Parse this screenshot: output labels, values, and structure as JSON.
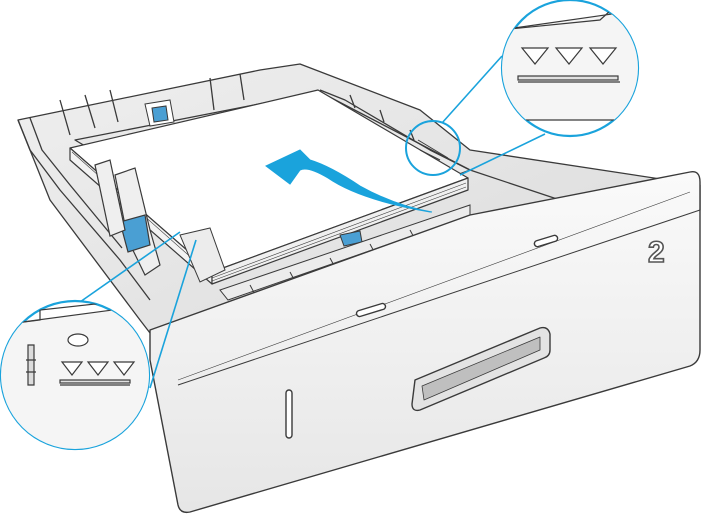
{
  "tray": {
    "number_label": "2"
  },
  "callouts": [
    {
      "name": "paper-height-limit-callout-top",
      "marker_count": 3
    },
    {
      "name": "paper-height-limit-callout-bottom",
      "marker_count": 3
    }
  ],
  "colors": {
    "callout_ring": "#1aa3dc",
    "arrow": "#1aa3dc",
    "tray_line": "#3a3a3a",
    "tray_fill": "#f4f4f4",
    "paper": "#ffffff",
    "blue_tab": "#4a9fd3"
  },
  "icons": {
    "arrow": "curved-insert-arrow",
    "marker": "down-triangle"
  }
}
